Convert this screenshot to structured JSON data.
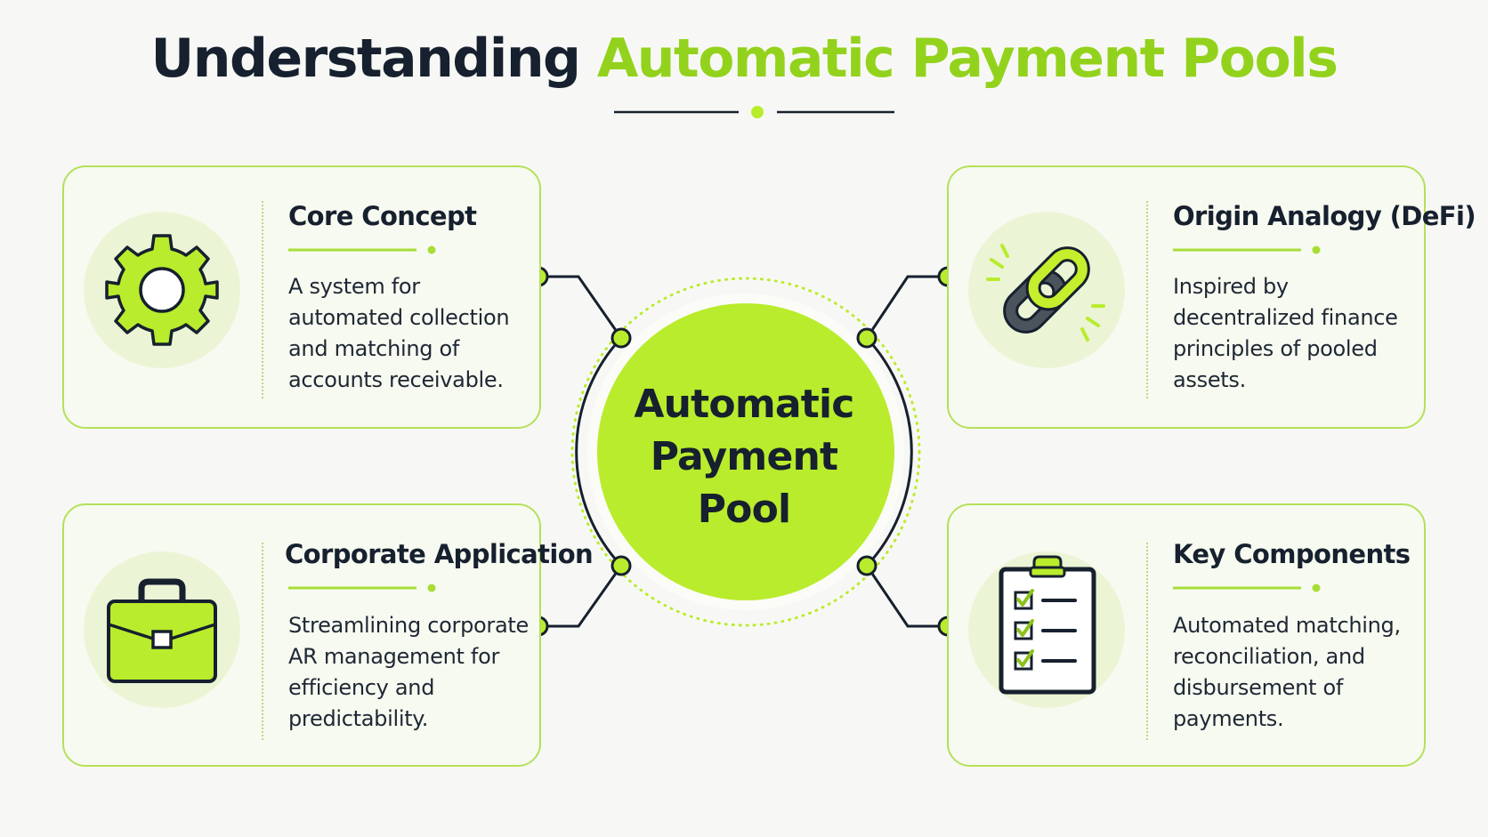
{
  "title": {
    "part1": "Understanding",
    "part2": "Automatic Payment Pools"
  },
  "hub": {
    "line1": "Automatic",
    "line2": "Payment",
    "line3": "Pool"
  },
  "cards": [
    {
      "title": "Core Concept",
      "body": "A system for automated collection and matching of accounts receivable.",
      "icon": "gear-icon"
    },
    {
      "title": "Origin Analogy (DeFi)",
      "body": "Inspired by decentralized finance principles of pooled assets.",
      "icon": "chain-link-icon"
    },
    {
      "title": "Corporate Application",
      "body": "Streamlining corporate AR management for efficiency and predictability.",
      "icon": "briefcase-icon"
    },
    {
      "title": "Key Components",
      "body": "Automated matching, reconciliation, and disbursement of payments.",
      "icon": "clipboard-checklist-icon"
    }
  ],
  "colors": {
    "accent": "#b9ec2c",
    "accent_text": "#93d21c",
    "dark": "#16202e",
    "background": "#f7f8f5"
  }
}
